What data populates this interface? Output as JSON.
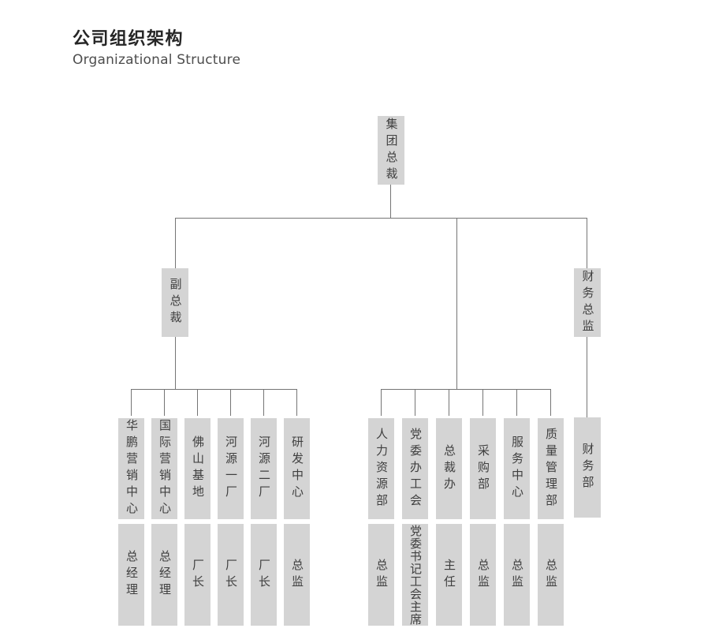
{
  "page": {
    "title": "公司组织架构",
    "subtitle": "Organizational Structure"
  },
  "org_chart": {
    "root": "集团总裁",
    "executives": [
      "副总裁",
      "财务总监"
    ],
    "vp_departments": [
      "华鹏营销中心",
      "国际营销中心",
      "佛山基地",
      "河源一厂",
      "河源二厂",
      "研发中心"
    ],
    "vp_department_heads": [
      "总经理",
      "总经理",
      "厂长",
      "厂长",
      "厂长",
      "总监"
    ],
    "staff_departments": [
      "人力资源部",
      "党委办工会",
      "总裁办",
      "采购部",
      "服务中心",
      "质量管理部"
    ],
    "staff_department_heads": [
      "总监",
      "党委书记工会主席",
      "主任",
      "总监",
      "总监",
      "总监"
    ],
    "cfo_department": "财务部"
  },
  "colors": {
    "node_fill": "#d4d4d4",
    "node_text": "#3f3f3f",
    "connector": "#757575",
    "title_text": "#262626",
    "subtitle_text": "#4d4d4d",
    "background": "#ffffff"
  }
}
